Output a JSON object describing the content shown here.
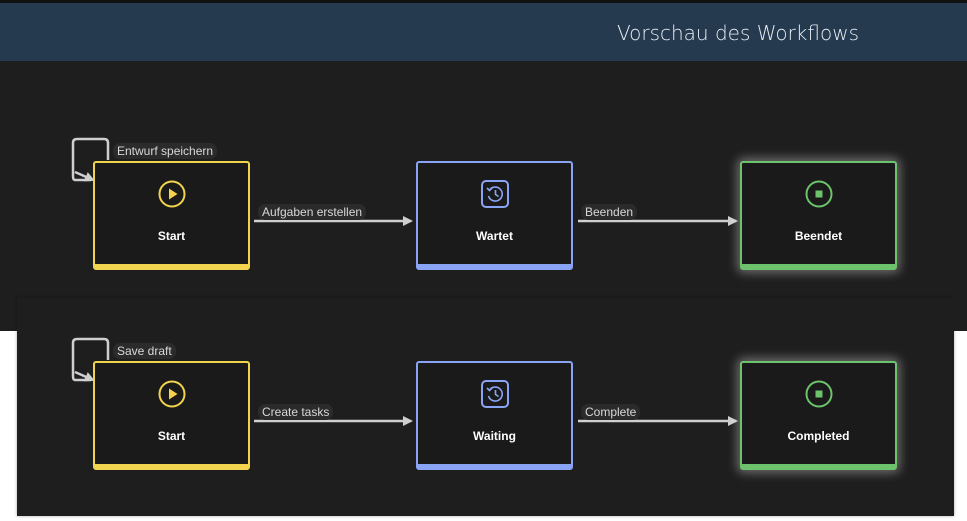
{
  "header": {
    "title": "Vorschau des Workflows"
  },
  "workflows": [
    {
      "self_loop_label": "Entwurf speichern",
      "nodes": [
        {
          "label": "Start",
          "icon": "play-icon",
          "color": "#f2d34d"
        },
        {
          "label": "Wartet",
          "icon": "history-icon",
          "color": "#8aa4f5"
        },
        {
          "label": "Beendet",
          "icon": "stop-icon",
          "color": "#6cc36c"
        }
      ],
      "transitions": [
        "Aufgaben erstellen",
        "Beenden"
      ]
    },
    {
      "self_loop_label": "Save draft",
      "nodes": [
        {
          "label": "Start",
          "icon": "play-icon",
          "color": "#f2d34d"
        },
        {
          "label": "Waiting",
          "icon": "history-icon",
          "color": "#8aa4f5"
        },
        {
          "label": "Completed",
          "icon": "stop-icon",
          "color": "#6cc36c"
        }
      ],
      "transitions": [
        "Create tasks",
        "Complete"
      ]
    }
  ]
}
